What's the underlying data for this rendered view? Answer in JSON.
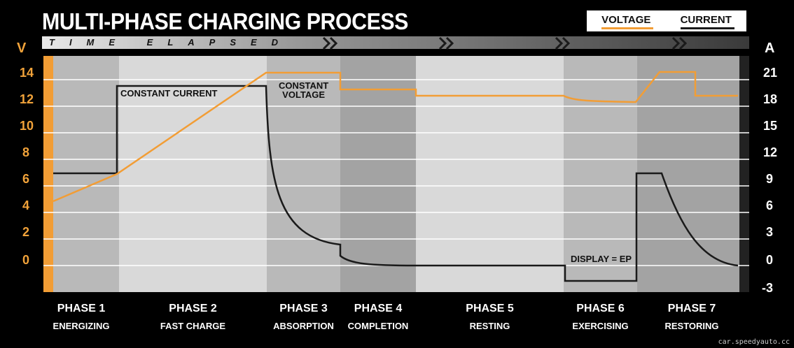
{
  "title": "MULTI-PHASE CHARGING PROCESS",
  "banner": "TIME ELAPSED",
  "legend": [
    {
      "label": "VOLTAGE",
      "color": "#f29d35"
    },
    {
      "label": "CURRENT",
      "color": "#1a1a1a"
    }
  ],
  "axes": {
    "left_unit": "V",
    "right_unit": "A",
    "left_ticks": [
      "14",
      "12",
      "10",
      "8",
      "6",
      "4",
      "2",
      "0"
    ],
    "right_ticks": [
      "21",
      "18",
      "15",
      "12",
      "9",
      "6",
      "3",
      "0",
      "-3"
    ]
  },
  "annotations": {
    "constant_current": "CONSTANT CURRENT",
    "constant_voltage_1": "CONSTANT",
    "constant_voltage_2": "VOLTAGE",
    "display_ep": "DISPLAY = EP"
  },
  "phases": [
    {
      "name": "PHASE 1",
      "desc": "ENERGIZING"
    },
    {
      "name": "PHASE 2",
      "desc": "FAST CHARGE"
    },
    {
      "name": "PHASE 3",
      "desc": "ABSORPTION"
    },
    {
      "name": "PHASE 4",
      "desc": "COMPLETION"
    },
    {
      "name": "PHASE 5",
      "desc": "RESTING"
    },
    {
      "name": "PHASE 6",
      "desc": "EXERCISING"
    },
    {
      "name": "PHASE 7",
      "desc": "RESTORING"
    }
  ],
  "watermark": "car.speedyauto.cc",
  "chart_data": {
    "type": "line",
    "title": "MULTI-PHASE CHARGING PROCESS",
    "xlabel": "TIME ELAPSED",
    "ylabel_left": "V",
    "ylabel_right": "A",
    "ylim_left": [
      0,
      14
    ],
    "ylim_right": [
      -3,
      21
    ],
    "grid": true,
    "legend_position": "top-right",
    "categories": [
      "PHASE 1 ENERGIZING",
      "PHASE 2 FAST CHARGE",
      "PHASE 3 ABSORPTION",
      "PHASE 4 COMPLETION",
      "PHASE 5 RESTING",
      "PHASE 6 EXERCISING",
      "PHASE 7 RESTORING"
    ],
    "series": [
      {
        "name": "VOLTAGE",
        "axis": "left",
        "unit": "V",
        "points": [
          {
            "phase": 1,
            "start": 5.0,
            "end": 7.0
          },
          {
            "phase": 2,
            "start": 7.0,
            "end": 14.5
          },
          {
            "phase": 3,
            "start": 14.5,
            "end": 14.5
          },
          {
            "phase": 4,
            "start": 13.3,
            "end": 13.3
          },
          {
            "phase": 5,
            "start": 12.8,
            "end": 12.8
          },
          {
            "phase": 6,
            "start": 12.8,
            "end": 12.3
          },
          {
            "phase": 7,
            "start": 14.5,
            "end": 12.8
          }
        ]
      },
      {
        "name": "CURRENT",
        "axis": "right",
        "unit": "A",
        "points": [
          {
            "phase": 1,
            "start": 10.5,
            "end": 10.5
          },
          {
            "phase": 2,
            "start": 20.3,
            "end": 20.3
          },
          {
            "phase": 3,
            "start": 20.3,
            "end": 2.3
          },
          {
            "phase": 4,
            "start": 1.0,
            "end": 0
          },
          {
            "phase": 5,
            "start": 0,
            "end": 0
          },
          {
            "phase": 6,
            "start": -2.2,
            "end": -2.2
          },
          {
            "phase": 7,
            "start": 10.5,
            "end": 0
          }
        ]
      }
    ],
    "annotations": [
      "CONSTANT CURRENT",
      "CONSTANT VOLTAGE",
      "DISPLAY = EP"
    ]
  }
}
